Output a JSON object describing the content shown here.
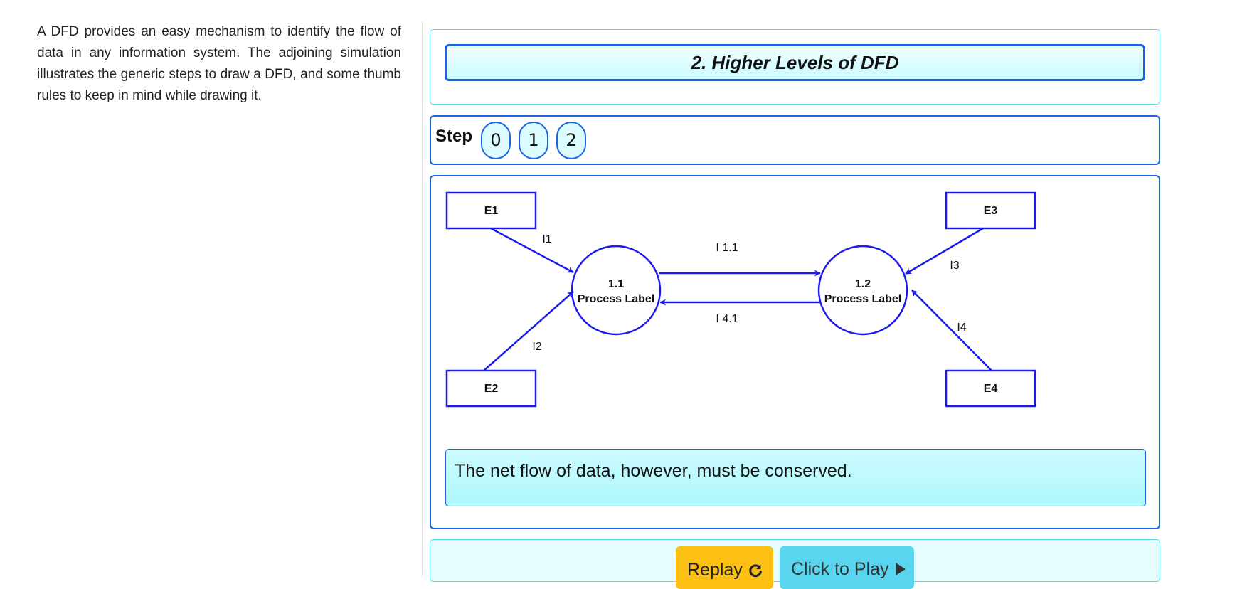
{
  "intro": {
    "text": "A DFD provides an easy mechanism to identify the flow of data in any information system. The adjoining simulation illustrates the generic steps to draw a DFD, and some thumb rules to keep in mind while drawing it."
  },
  "panel": {
    "title": "2. Higher Levels of DFD"
  },
  "steps": {
    "label": "Step",
    "buttons": [
      "0",
      "1",
      "2"
    ]
  },
  "diagram": {
    "entities": {
      "e1": "E1",
      "e2": "E2",
      "e3": "E3",
      "e4": "E4"
    },
    "processes": {
      "p1": {
        "id": "1.1",
        "label": "Process Label"
      },
      "p2": {
        "id": "1.2",
        "label": "Process Label"
      }
    },
    "flows": {
      "i1": "I1",
      "i2": "I2",
      "i3": "I3",
      "i4": "I4",
      "i11": "I 1.1",
      "i41": "I 4.1"
    },
    "colors": {
      "stroke": "#1a1aee"
    }
  },
  "caption": {
    "text": "The net flow of data, however, must be conserved."
  },
  "controls": {
    "replay_label": "Replay",
    "play_label": "Click to Play"
  },
  "icons": {
    "replay": "redo-icon",
    "play": "play-icon"
  }
}
